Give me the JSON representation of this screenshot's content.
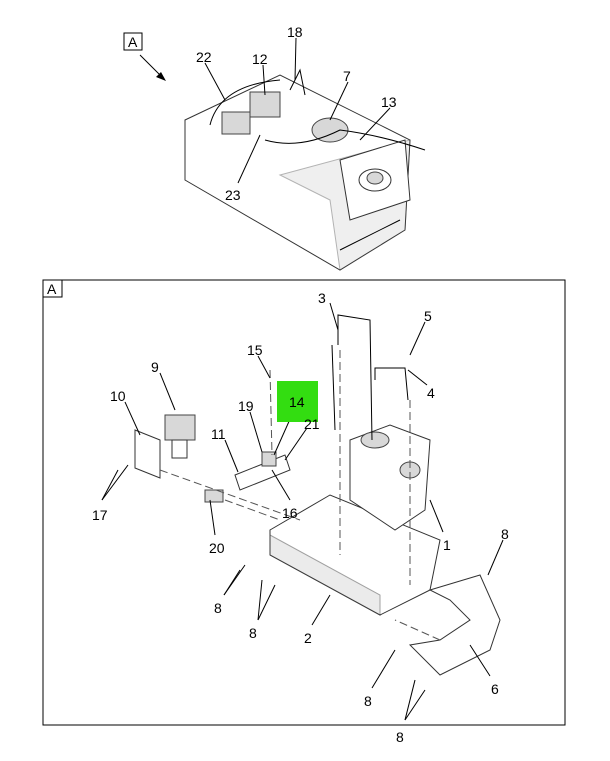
{
  "view_label": "A",
  "detail_label": "A",
  "highlight_color": "#33dd11",
  "top_callouts": {
    "c22": "22",
    "c12": "12",
    "c18": "18",
    "c7": "7",
    "c13": "13",
    "c23": "23"
  },
  "detail_callouts": {
    "c3": "3",
    "c5": "5",
    "c15": "15",
    "c9": "9",
    "c10": "10",
    "c4": "4",
    "c19": "19",
    "c14": "14",
    "c11": "11",
    "c21": "21",
    "c17": "17",
    "c16": "16",
    "c1": "1",
    "c20": "20",
    "c8a": "8",
    "c8b": "8",
    "c8c": "8",
    "c2": "2",
    "c8d": "8",
    "c6": "6",
    "c8e": "8"
  }
}
